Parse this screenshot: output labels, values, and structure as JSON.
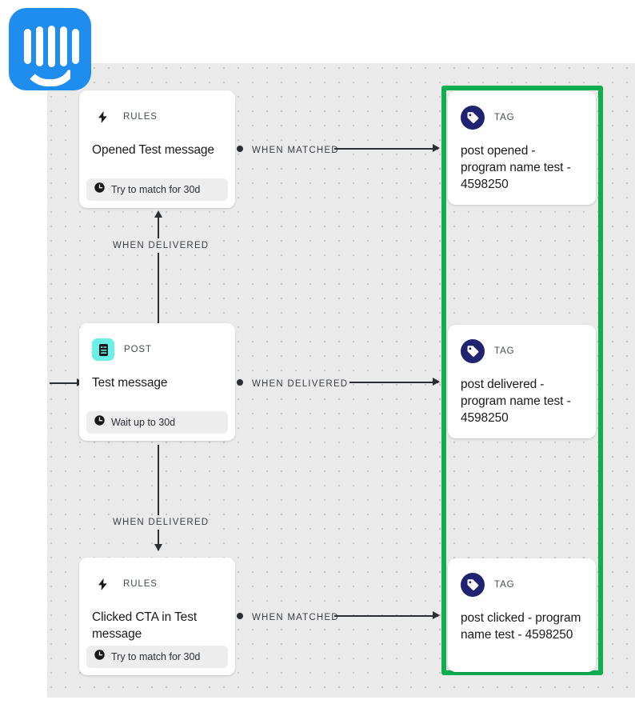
{
  "app": {
    "logo_name": "intercom-logo",
    "accent_blue": "#1f8ded",
    "highlight_color": "#0fae4e",
    "canvas_bg": "#eaeaea"
  },
  "nodes": [
    {
      "id": "rules-opened",
      "kind": "RULES",
      "icon": "lightning-bolt-icon",
      "icon_color": "#fcd34a",
      "title": "Opened Test message",
      "footer": "Try to match for 30d",
      "footer_icon": "clock-icon"
    },
    {
      "id": "post-test-message",
      "kind": "POST",
      "icon": "document-icon",
      "icon_color": "#6af0e4",
      "title": "Test message",
      "footer": "Wait up to 30d",
      "footer_icon": "clock-icon"
    },
    {
      "id": "rules-clicked-cta",
      "kind": "RULES",
      "icon": "lightning-bolt-icon",
      "icon_color": "#fcd34a",
      "title": "Clicked CTA in Test message",
      "footer": "Try to match for 30d",
      "footer_icon": "clock-icon"
    },
    {
      "id": "tag-post-opened",
      "kind": "TAG",
      "icon": "tag-icon",
      "icon_color": "#1f2370",
      "title": "post opened - program name test - 4598250"
    },
    {
      "id": "tag-post-delivered",
      "kind": "TAG",
      "icon": "tag-icon",
      "icon_color": "#1f2370",
      "title": "post delivered - program name test - 4598250"
    },
    {
      "id": "tag-post-clicked",
      "kind": "TAG",
      "icon": "tag-icon",
      "icon_color": "#1f2370",
      "title": "post clicked - program name test - 4598250"
    }
  ],
  "connectors": {
    "opened_to_tag": "WHEN MATCHED",
    "post_up_to_rules": "WHEN DELIVERED",
    "post_to_tag": "WHEN DELIVERED",
    "post_down_to_rules": "WHEN DELIVERED",
    "clicked_to_tag": "WHEN MATCHED"
  }
}
